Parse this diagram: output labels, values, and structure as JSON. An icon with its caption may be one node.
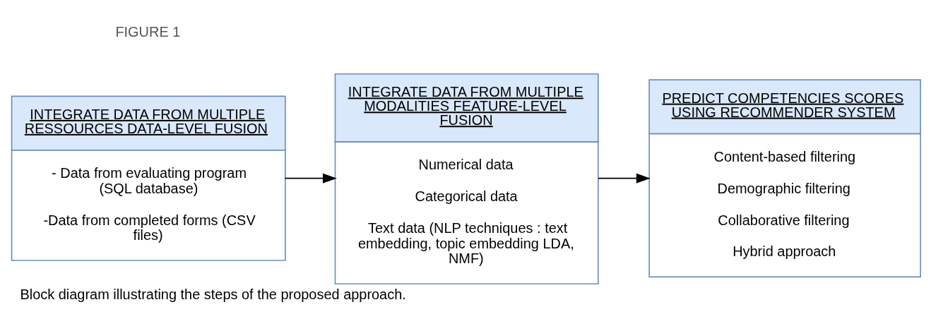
{
  "diagram": {
    "caption": "Block diagram illustrating the steps of the proposed approach.",
    "nodes": [
      {
        "text": [
          "INTEGRATE DATA FROM MULTIPLE RESSOURCES DATA-LEVEL FUSION",
          "- Data from evaluating program (SQL database)",
          "-Data from completed forms (CSV files)"
        ]
      },
      {
        "text": [
          "INTEGRATE DATA FROM MULTIPLE MODALITIES FEATURE-LEVEL FUSION",
          "Numerical data",
          "Categorical data",
          "Text data (NLP techniques : text embedding, topic embedding LDA, NMF)"
        ]
      },
      {
        "text": [
          "PREDICT COMPETENCIES SCORES USING RECOMMENDER SYSTEM",
          "Content-based filtering",
          "Demographic filtering",
          "Collaborative filtering",
          "Hybrid approach"
        ]
      }
    ],
    "edges": [
      {
        "from": 0,
        "to": 1,
        "arrow": "to"
      },
      {
        "from": 1,
        "to": 2,
        "arrow": "to"
      }
    ],
    "labels": [
      "FIGURE 1"
    ]
  }
}
